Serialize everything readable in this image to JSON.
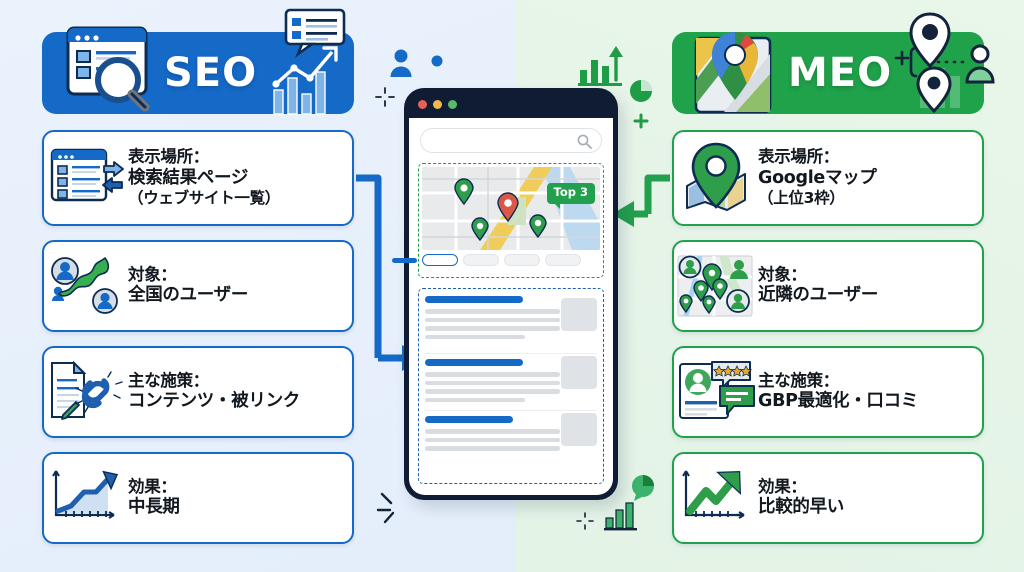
{
  "theme": {
    "seo_color": "#1569c7",
    "meo_color": "#1fa24a",
    "left_bg": "#e8f1fb",
    "right_bg": "#e7f5e9",
    "phone_frame": "#101c33"
  },
  "left_panel": {
    "banner": {
      "title": "SEO",
      "icon_left": "search-results-magnifier-icon",
      "icon_right": "chart-growth-icon"
    },
    "cards": [
      {
        "icon": "serp-list-arrows-icon",
        "lines": [
          "表示場所：",
          "検索結果ページ",
          "（ウェブサイト一覧）"
        ]
      },
      {
        "icon": "japan-map-users-icon",
        "lines": [
          "対象：",
          "全国のユーザー"
        ]
      },
      {
        "icon": "document-pencil-link-icon",
        "lines": [
          "主な施策：",
          "コンテンツ・被リンク"
        ]
      },
      {
        "icon": "line-chart-up-icon",
        "lines": [
          "効果：",
          "中長期"
        ]
      }
    ]
  },
  "right_panel": {
    "banner": {
      "title": "MEO",
      "icon_left": "google-maps-pin-icon",
      "icon_right": "location-pins-person-icon"
    },
    "cards": [
      {
        "icon": "map-pin-icon",
        "lines": [
          "表示場所：",
          "Googleマップ",
          "（上位3枠）"
        ]
      },
      {
        "icon": "local-map-users-icon",
        "lines": [
          "対象：",
          "近隣のユーザー"
        ]
      },
      {
        "icon": "review-stars-chat-icon",
        "lines": [
          "主な施策：",
          "GBP最適化・口コミ"
        ]
      },
      {
        "icon": "arrow-chart-up-icon",
        "lines": [
          "効果：",
          "比較的早い"
        ]
      }
    ]
  },
  "phone": {
    "window_dots": [
      "red",
      "yellow",
      "green"
    ],
    "search": {
      "placeholder": "",
      "value": "",
      "icon": "magnifier-icon"
    },
    "map_section": {
      "badge_label": "Top 3",
      "pins": [
        {
          "color": "green"
        },
        {
          "color": "red"
        },
        {
          "color": "green"
        },
        {
          "color": "green"
        }
      ],
      "filter_pills": 4,
      "active_pill_index": 0
    },
    "results_section": {
      "items": [
        {
          "title_bar": true,
          "lines": 4,
          "thumbnail": true
        },
        {
          "title_bar": true,
          "lines": 4,
          "thumbnail": true
        },
        {
          "title_bar": true,
          "lines": 3,
          "thumbnail": true
        }
      ]
    }
  },
  "connectors": [
    {
      "name": "seo-to-results-arrow",
      "color": "#1569c7",
      "direction": "right"
    },
    {
      "name": "meo-to-map-arrow",
      "color": "#22a04d",
      "direction": "left"
    }
  ],
  "decorations": {
    "left": [
      "person-icon",
      "dot-icon",
      "sparkle-icon",
      "spark-lines-icon"
    ],
    "right": [
      "bar-chart-arrow-icon",
      "pie-chart-icon",
      "plus-icon",
      "sparkle-icon",
      "bar-chart-icon",
      "pie-chat-icon"
    ]
  }
}
